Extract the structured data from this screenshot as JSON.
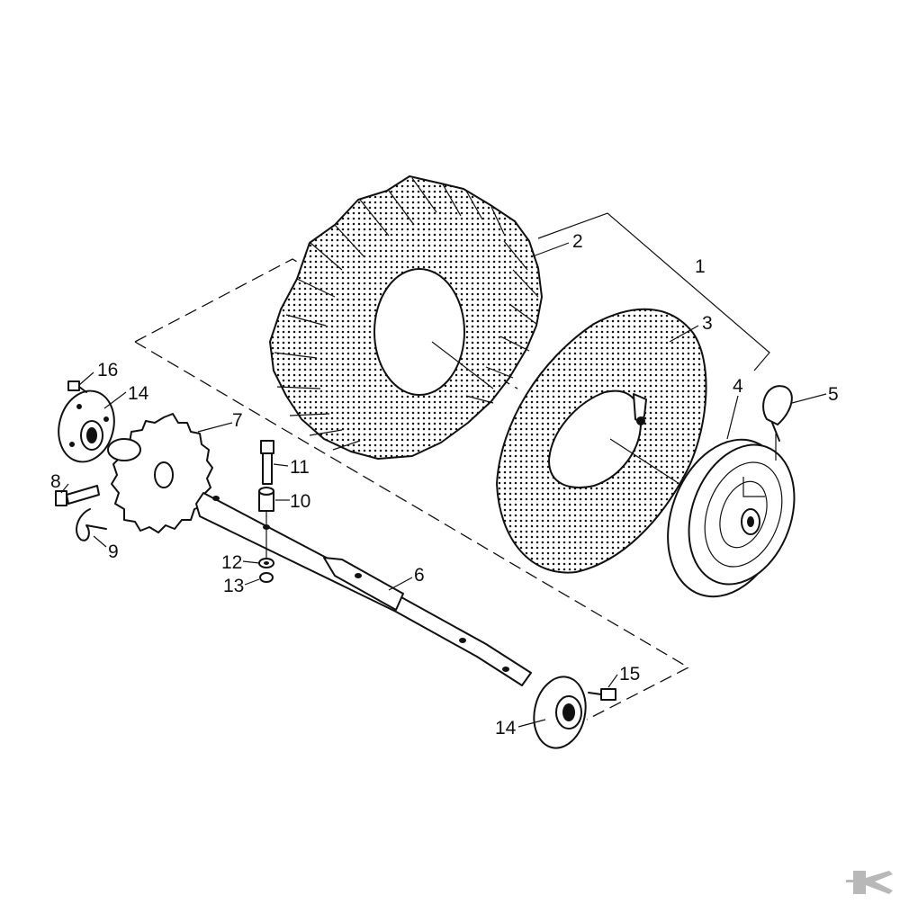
{
  "callouts": {
    "c1": "1",
    "c2": "2",
    "c3": "3",
    "c4": "4",
    "c5": "5",
    "c6": "6",
    "c7": "7",
    "c8": "8",
    "c9": "9",
    "c10": "10",
    "c11": "11",
    "c12": "12",
    "c13": "13",
    "c14a": "14",
    "c14b": "14",
    "c15": "15",
    "c16": "16"
  },
  "logo": {
    "icon": "k-logo-icon",
    "color": "#b8b8b8"
  }
}
